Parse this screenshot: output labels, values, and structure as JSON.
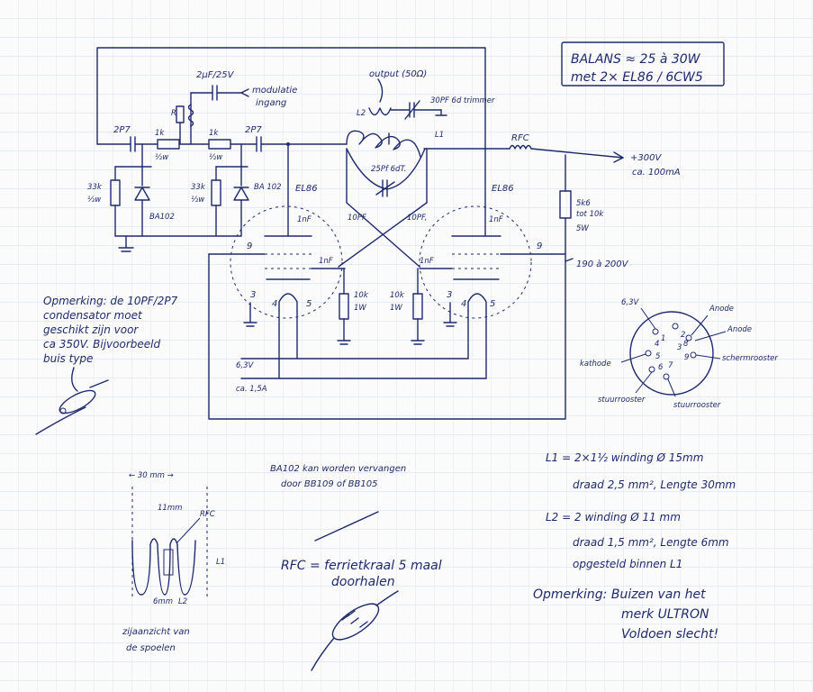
{
  "title_box": {
    "line1": "BALANS ≈ 25 à 30W",
    "line2": "met 2× EL86 / 6CW5"
  },
  "components": {
    "cap_left": "2P7",
    "cap_mid": "2P7",
    "res_1k_a": "1k",
    "res_1k_a_w": "½w",
    "res_1k_b": "1k",
    "res_1k_b_w": "½w",
    "res_33k_left": "33k",
    "res_33k_left_w": "½w",
    "res_33k_right": "33k",
    "res_33k_right_w": "½w",
    "diode_left": "BA102",
    "diode_right": "BA 102",
    "mod_cap": "2μF/25V",
    "mod_label_1": "modulatie",
    "mod_label_2": "ingang",
    "output_label": "output (50Ω)",
    "trimmer": "30PF 6d trimmer",
    "l2": "L2",
    "l1": "L1",
    "cap_25pf": "25Pf 6dT.",
    "cap_10pf_left": "10PF",
    "cap_10pf_right": "10PF,",
    "tube_left": "EL86",
    "tube_right": "EL86",
    "nf_left": "1nF",
    "nf_right": "1nF",
    "nf_screen_left": "1nF",
    "nf_screen_right": "1nF",
    "res_10k_left": "10k",
    "res_10k_left_w": "1W",
    "res_10k_right": "10k",
    "res_10k_right_w": "1W",
    "rfc": "RFC",
    "supply_1": "+300V",
    "supply_2": "ca. 100mA",
    "res_5k6_1": "5k6",
    "res_5k6_2": "tot 10k",
    "res_5k6_3": "5W",
    "screen_v": "190 à 200V",
    "heater_1": "6,3V",
    "heater_2": "ca. 1,5A",
    "pin_g_left": "9",
    "pin_g_right": "9",
    "pin_3_left": "3",
    "pin_4_left": "4",
    "pin_5_left": "5",
    "pin_3_right": "3",
    "pin_4_right": "4",
    "pin_5_right": "5"
  },
  "pinout": {
    "labels": [
      "6,3V",
      "Anode",
      "Anode",
      "schermrooster",
      "kathode",
      "stuurrooster",
      "stuurrooster"
    ],
    "pins": [
      "1",
      "2",
      "3",
      "4",
      "5",
      "6",
      "7",
      "8",
      "9"
    ]
  },
  "notes": {
    "cap_note": [
      "Opmerking: de 10PF/2P7",
      "condensator moet",
      "geschikt zijn voor",
      "ca 350V. Bijvoorbeeld",
      "buis type"
    ],
    "ba_note": [
      "BA102 kan worden vervangen",
      "door BB109 of BB105"
    ],
    "rfc_note": [
      "RFC = ferrietkraal 5 maal",
      "doorhalen"
    ],
    "coil_label": "RFC",
    "coil_l1": "L1",
    "coil_dim_top": "← 30 mm →",
    "coil_dim_mid": "11mm",
    "coil_dim_bot": "6mm",
    "coil_l2": "L2",
    "coil_caption": [
      "zijaanzicht van",
      "de spoelen"
    ],
    "l1_spec": [
      "L1 = 2×1½ winding Ø 15mm",
      "draad 2,5 mm², Lengte 30mm"
    ],
    "l2_spec": [
      "L2 = 2 winding Ø 11 mm",
      "draad 1,5 mm², Lengte 6mm",
      "opgesteld binnen L1"
    ],
    "tube_note": [
      "Opmerking: Buizen van het",
      "merk ULTRON",
      "Voldoen slecht!"
    ]
  },
  "ink_color": "#1e2a6e"
}
